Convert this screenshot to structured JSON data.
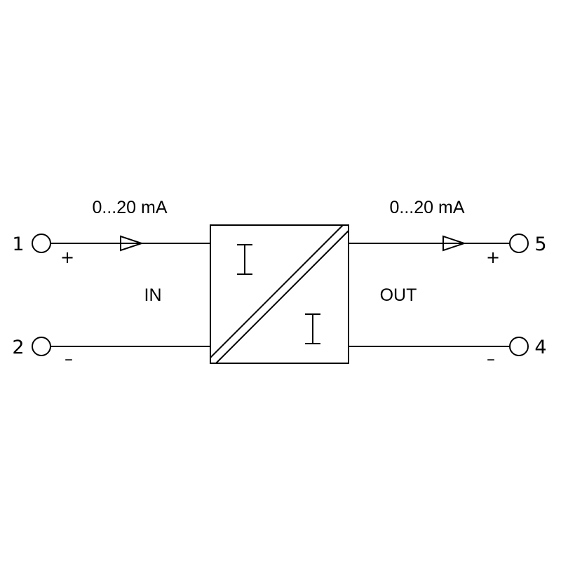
{
  "input": {
    "current_range": "0...20 mA",
    "label": "IN",
    "terminal_pos": "1",
    "terminal_neg": "2",
    "sign_pos": "+",
    "sign_neg": "–"
  },
  "output": {
    "current_range": "0...20 mA",
    "label": "OUT",
    "terminal_pos": "5",
    "terminal_neg": "4",
    "sign_pos": "+",
    "sign_neg": "–"
  },
  "converter": {
    "input_symbol": "I",
    "output_symbol": "I"
  }
}
